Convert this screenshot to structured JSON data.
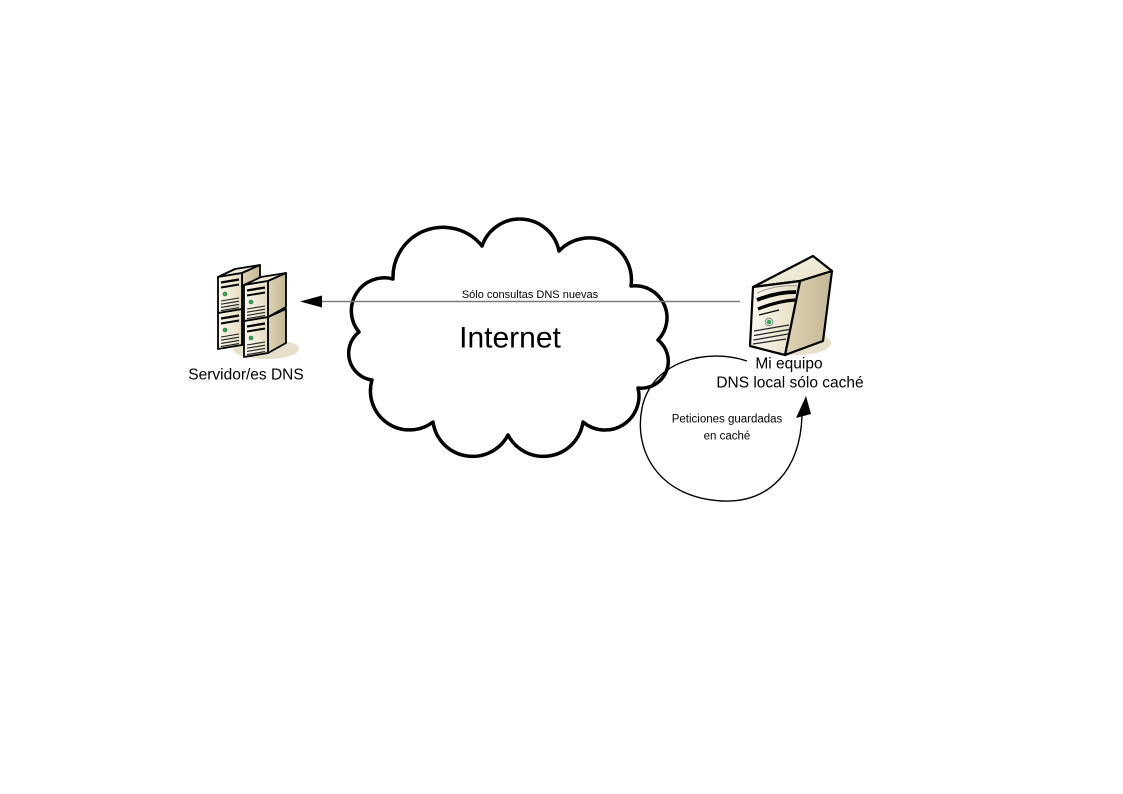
{
  "diagram": {
    "background": "#ffffff",
    "cloud": {
      "label": "Internet"
    },
    "query_arrow": {
      "label": "Sólo consultas DNS nuevas"
    },
    "servers": {
      "label": "Servidor/es DNS"
    },
    "computer": {
      "label_line1": "Mi equipo",
      "label_line2": "DNS local sólo caché"
    },
    "cache_loop": {
      "label_line1": "Peticiones guardadas",
      "label_line2": "en caché"
    },
    "icons": {
      "servers_icon": "dns-server-towers-icon",
      "computer_icon": "desktop-tower-icon",
      "cloud_icon": "internet-cloud",
      "query_arrow_icon": "left-arrow",
      "cache_loop_icon": "loop-arrow"
    },
    "colors": {
      "outline": "#000000",
      "connector_line": "#7a7a7a",
      "text": "#000000",
      "tower_front_light": "#fbf8ef",
      "tower_front_dark": "#e5dcc0",
      "tower_side_light": "#ddd3b3",
      "tower_side_dark": "#c4b794",
      "tower_top_light": "#f6f2e3",
      "tower_top_dark": "#e8e1c8",
      "tower_shadow": "#dcd2b2",
      "led_green": "#3da35a"
    }
  }
}
